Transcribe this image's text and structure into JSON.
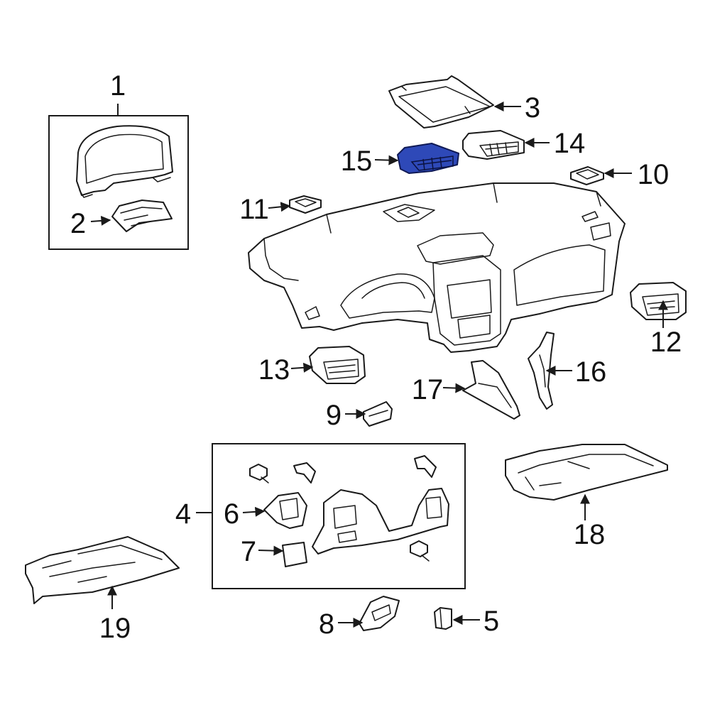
{
  "diagram": {
    "highlight_color": "#2e49b8",
    "line_color": "#1a1a1a",
    "callouts": [
      {
        "id": "1",
        "text": "1"
      },
      {
        "id": "2",
        "text": "2"
      },
      {
        "id": "3",
        "text": "3"
      },
      {
        "id": "4",
        "text": "4"
      },
      {
        "id": "5",
        "text": "5"
      },
      {
        "id": "6",
        "text": "6"
      },
      {
        "id": "7",
        "text": "7"
      },
      {
        "id": "8",
        "text": "8"
      },
      {
        "id": "9",
        "text": "9"
      },
      {
        "id": "10",
        "text": "10"
      },
      {
        "id": "11",
        "text": "11"
      },
      {
        "id": "12",
        "text": "12"
      },
      {
        "id": "13",
        "text": "13"
      },
      {
        "id": "14",
        "text": "14"
      },
      {
        "id": "15",
        "text": "15"
      },
      {
        "id": "16",
        "text": "16"
      },
      {
        "id": "17",
        "text": "17"
      },
      {
        "id": "18",
        "text": "18"
      },
      {
        "id": "19",
        "text": "19"
      }
    ],
    "highlighted_part": "15"
  }
}
